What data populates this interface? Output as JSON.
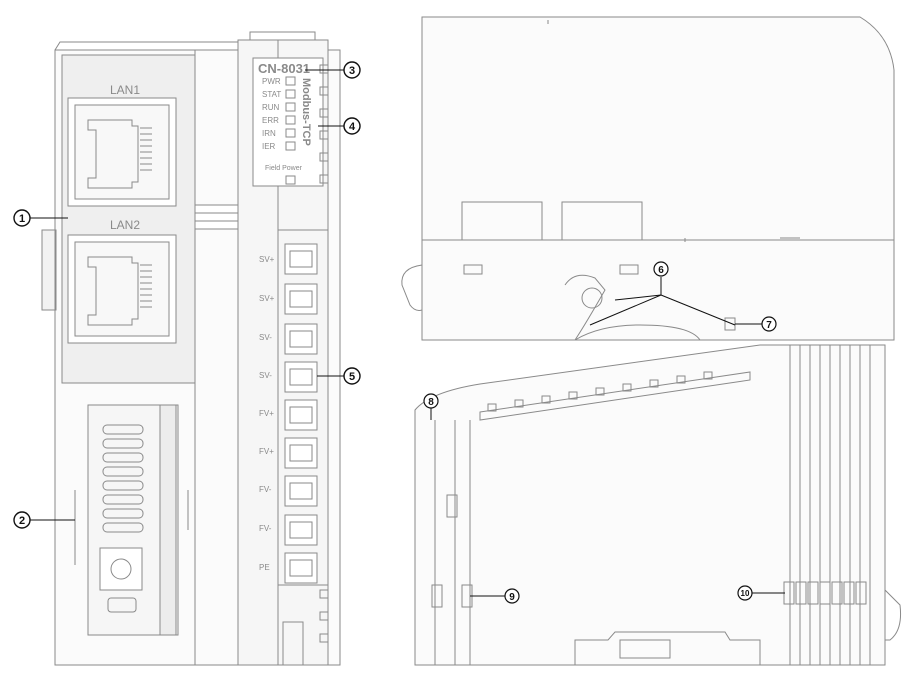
{
  "front_panel": {
    "model": "CN-8031",
    "protocol": "Modbus-TCP",
    "ports": [
      "LAN1",
      "LAN2"
    ],
    "leds": [
      "PWR",
      "STAT",
      "RUN",
      "ERR",
      "IRN",
      "IER"
    ],
    "field_power_label": "Field Power",
    "terminals": [
      "SV+",
      "SV+",
      "SV-",
      "SV-",
      "FV+",
      "FV+",
      "FV-",
      "FV-",
      "PE"
    ]
  },
  "callouts": [
    "1",
    "2",
    "3",
    "4",
    "5",
    "6",
    "7",
    "8",
    "9",
    "10"
  ],
  "colors": {
    "line": "#8a8a8a",
    "panel": "#f2f2f2",
    "callout": "#111111"
  }
}
